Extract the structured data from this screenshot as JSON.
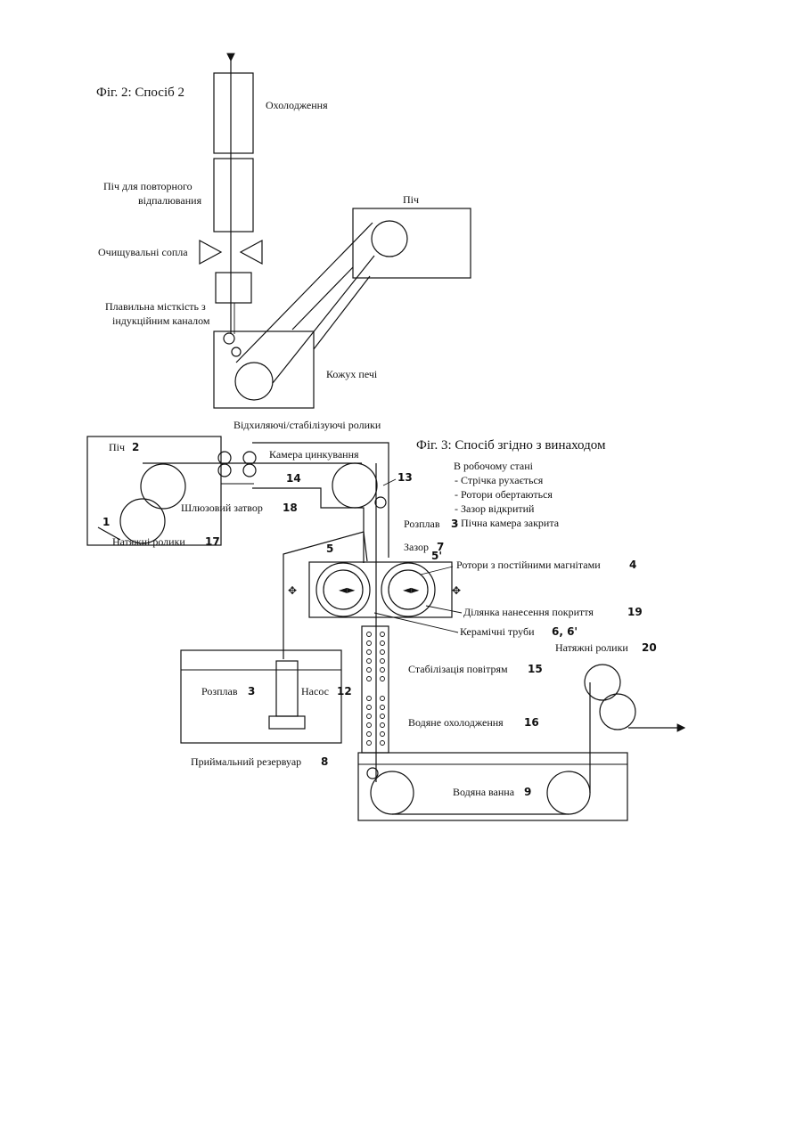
{
  "fig2": {
    "title": "Фіг. 2: Спосіб 2",
    "cooling": "Охолодження",
    "reanneal_1": "Піч для повторного",
    "reanneal_2": "відпалювания",
    "nozzles": "Очищувальні сопла",
    "melt_vessel_1": "Плавильна місткість з",
    "melt_vessel_2": "індукційним каналом",
    "furnace": "Піч",
    "furnace_casing": "Кожух печі",
    "deflect_rollers": "Відхиляючі/стабілізуючі ролики"
  },
  "fig3": {
    "title": "Фіг. 3: Спосіб згідно з винаходом",
    "state_title": "В робочому стані",
    "state_items": [
      "- Стрічка рухається",
      "- Ротори обертаються",
      "- Зазор відкритий",
      "- Пічна камера закрита"
    ],
    "furnace": "Піч",
    "furnace_num": "2",
    "galv_chamber": "Камера цинкування",
    "num_14": "14",
    "num_13": "13",
    "num_1": "1",
    "lock": "Шлюзовий затвор",
    "lock_num": "18",
    "tension_17": "Натяжні ролики",
    "tension_17_num": "17",
    "melt": "Розплав",
    "melt_num": "3",
    "gap": "Зазор",
    "gap_num": "7",
    "num_5": "5",
    "num_5p": "5'",
    "rotors": "Ротори з постійними магнітами",
    "rotors_num": "4",
    "coating_zone": "Ділянка нанесення покриття",
    "coating_num": "19",
    "ceramic": "Керамічні труби",
    "ceramic_num": "6, 6'",
    "tension_20": "Натяжні ролики",
    "tension_20_num": "20",
    "air_stab": "Стабілізація повітрям",
    "air_num": "15",
    "water_cool": "Водяне охолодження",
    "water_num": "16",
    "melt_tank": "Розплав",
    "melt_tank_num": "3",
    "pump": "Насос",
    "pump_num": "12",
    "receiver": "Приймальний резервуар",
    "receiver_num": "8",
    "water_bath": "Водяна ванна",
    "water_bath_num": "9"
  }
}
